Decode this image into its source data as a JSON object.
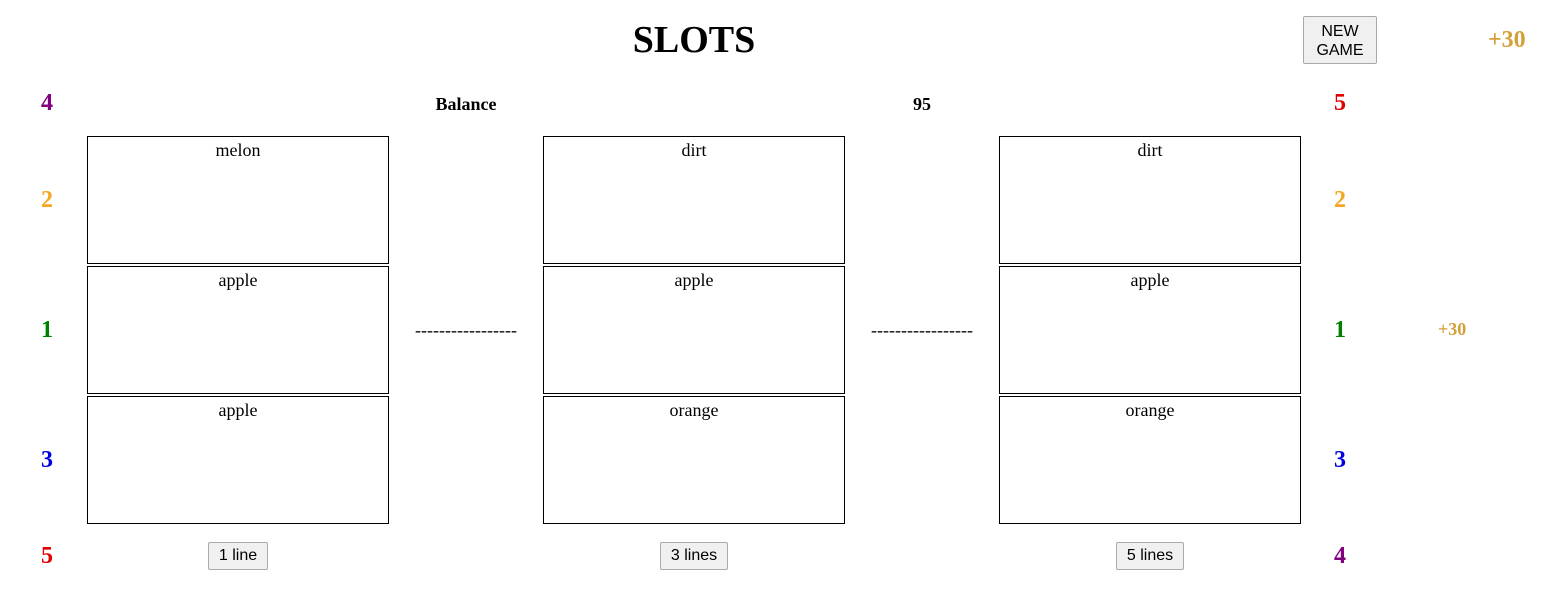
{
  "header": {
    "title": "SLOTS",
    "new_game_label": "NEW GAME",
    "top_win": "+30"
  },
  "balance": {
    "label": "Balance",
    "value": "95"
  },
  "left_line_numbers": [
    "4",
    "2",
    "1",
    "3",
    "5"
  ],
  "right_line_numbers": [
    "5",
    "2",
    "1",
    "3",
    "4"
  ],
  "reels": [
    {
      "symbols": [
        "melon",
        "apple",
        "apple"
      ]
    },
    {
      "symbols": [
        "dirt",
        "apple",
        "orange"
      ]
    },
    {
      "symbols": [
        "dirt",
        "apple",
        "orange"
      ]
    }
  ],
  "payline_marker": "-----------------",
  "line_win": "+30",
  "bet_buttons": [
    "1 line",
    "3 lines",
    "5 lines"
  ],
  "colors": {
    "line1": "#008000",
    "line2": "#f5a623",
    "line3": "#0000e0",
    "line4": "#800080",
    "line5": "#e00000",
    "win": "#d4a03a"
  }
}
